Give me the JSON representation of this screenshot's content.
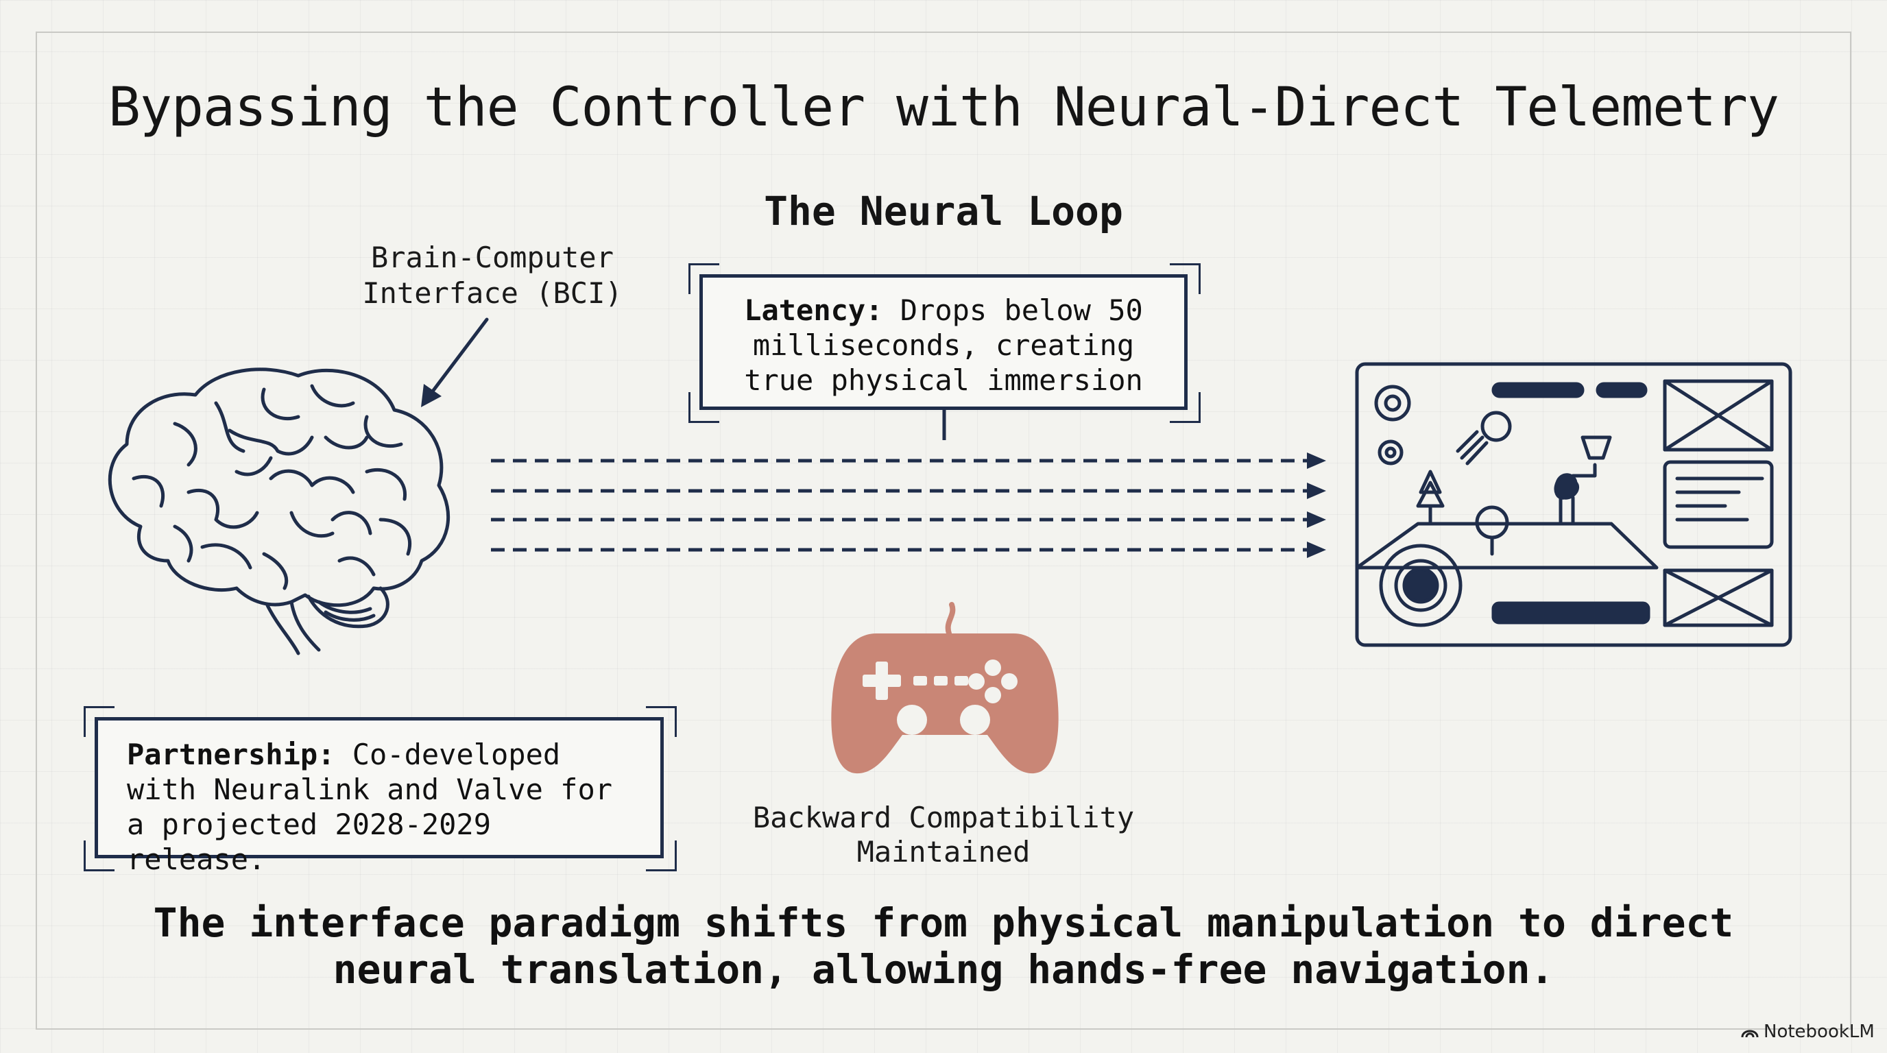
{
  "title": "Bypassing the Controller with Neural-Direct Telemetry",
  "subtitle": "The Neural Loop",
  "bci_label": [
    "Brain-Computer",
    "Interface (BCI)"
  ],
  "latency": {
    "label": "Latency:",
    "text": " Drops below 50 milliseconds, creating true physical immersion"
  },
  "partnership": {
    "label": "Partnership:",
    "text": " Co-developed with Neuralink and Valve for a projected 2028-2029 release."
  },
  "compat_label": [
    "Backward Compatibility",
    "Maintained"
  ],
  "footer": [
    "The interface paradigm shifts from physical manipulation to direct",
    "neural translation, allowing hands-free navigation."
  ],
  "watermark": "NotebookLM",
  "colors": {
    "ink": "#1f2d4a",
    "controller": "#c98676",
    "background": "#f3f3ef"
  },
  "icons": [
    "brain-icon",
    "arrow-icon",
    "gamepad-icon",
    "game-screen-icon",
    "notebooklm-logo-icon"
  ]
}
